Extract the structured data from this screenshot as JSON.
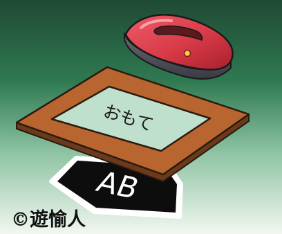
{
  "illustration": {
    "front_label": "おもて",
    "back_label": "AB",
    "copyright": "©遊愉人"
  },
  "colors": {
    "background_top": "#1f4a33",
    "background_bottom": "#f2f7f0",
    "frame": "#b8652f",
    "frame_edge": "#6a3a1a",
    "window": "#bfe0cc",
    "iron_body": "#d83a47",
    "iron_base": "#4a4a55",
    "iron_lamp": "#ffd23c",
    "sheet": "#0d0d0d",
    "sheet_border": "#ffffff"
  },
  "icons": {
    "tool": "iron-icon",
    "frame": "frame-icon",
    "sheet": "transfer-sheet-icon"
  }
}
